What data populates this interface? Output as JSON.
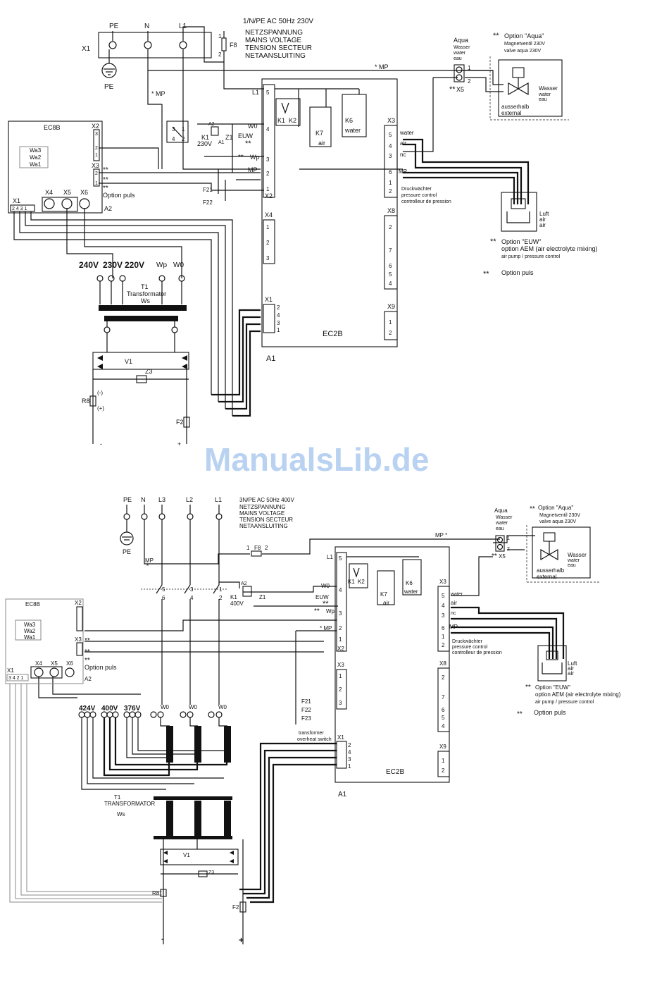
{
  "watermark": "ManualsLib.de",
  "top": {
    "supply_label": "1/N/PE AC 50Hz 230V",
    "mains": [
      "NETZSPANNUNG",
      "MAINS VOLTAGE",
      "TENSION SECTEUR",
      "NETAANSLUITING"
    ],
    "terminals": [
      "PE",
      "N",
      "L1"
    ],
    "x1": "X1",
    "pe_symbol": "PE",
    "fuse": "F8",
    "fuse_pins": [
      "1",
      "2"
    ],
    "star_mp": "* MP",
    "mp": "MP",
    "ec8b": {
      "title": "EC8B",
      "wa": [
        "Wa3",
        "Wa2",
        "Wa1"
      ],
      "x2": "X2",
      "x2_pins": [
        "3",
        "2",
        "1"
      ],
      "x3": "X3",
      "x3_pins": [
        "2",
        "1"
      ],
      "x1": "X1",
      "x1_pins": "2 4 3 1",
      "x4": "X4",
      "x5": "X5",
      "x6": "X6",
      "a2": "A2"
    },
    "opt_stars": "**",
    "option_puls": "Option puls",
    "relay": {
      "k1": "K1",
      "v": "230V",
      "a2": "A2",
      "a1": "A1",
      "z1": "Z1",
      "pins": [
        "3",
        "1",
        "4",
        "2"
      ]
    },
    "euw": "EUW",
    "w0": "W0",
    "wp": "Wp",
    "f21": "F21",
    "f22": "F22",
    "transformer": {
      "voltages": [
        "240V",
        "230V",
        "220V"
      ],
      "wp": "Wp",
      "w0": "W0",
      "t1": "T1",
      "name": "Transformator",
      "ws": "Ws"
    },
    "v1": "V1",
    "z3": "Z3",
    "r8": "R8",
    "minus_paren": "(-)",
    "plus_paren": "(+)",
    "f2": "F2",
    "minus": "-",
    "plus": "+",
    "ec2b": {
      "name": "EC2B",
      "a1": "A1",
      "l1": "L1",
      "left_pins": [
        "5",
        "4",
        "3",
        "2",
        "1"
      ],
      "x2": "X2",
      "x4": "X4",
      "x4_pins": [
        "1",
        "2",
        "3"
      ],
      "x1": "X1",
      "x1_pins": [
        "2",
        "4",
        "3",
        "1"
      ],
      "k1": "K1",
      "k2": "K2",
      "k7": "K7",
      "k6": "K6",
      "air": "air",
      "water": "water",
      "x3": "X3",
      "x3_pins": [
        "5",
        "4",
        "3",
        "6",
        "1",
        "2"
      ],
      "x3_labels": [
        "water",
        "air",
        "nc",
        "MP"
      ],
      "x8": "X8",
      "x8_pins": [
        "2",
        "7",
        "6",
        "5",
        "4"
      ],
      "x9": "X9",
      "x9_pins": [
        "1",
        "2"
      ]
    },
    "druck": [
      "Druckwächter",
      "pressure control",
      "controlleur de pression"
    ],
    "aqua": {
      "stack": [
        "Aqua",
        "Wasser",
        "water",
        "eau"
      ],
      "x5": "X5",
      "pins": [
        "1",
        "2"
      ]
    },
    "option_aqua": {
      "title": "Option \"Aqua\"",
      "lines": [
        "Magnetventil 230V",
        "valve aqua 230V"
      ],
      "wasser": [
        "Wasser",
        "water",
        "eau"
      ],
      "ext": [
        "ausserhalb",
        "external"
      ]
    },
    "luft": [
      "Luft",
      "air",
      "air"
    ],
    "option_euw": {
      "title": "Option \"EUW\"",
      "line1": "option AEM (air electrolyte mixing)",
      "line2": "air pump / pressure control"
    },
    "legend_stars": "**",
    "legend_puls": "Option puls"
  },
  "bottom": {
    "supply_label": "3N/PE AC 50Hz 400V",
    "mains": [
      "NETZSPANNUNG",
      "MAINS VOLTAGE",
      "TENSION SECTEUR",
      "NETAANSLUITING"
    ],
    "terminals": [
      "PE",
      "N",
      "L3",
      "L2",
      "L1"
    ],
    "pe_symbol": "PE",
    "mp": "MP",
    "star": "*",
    "fuse": "F8",
    "fuse_pins": [
      "1",
      "2"
    ],
    "mp_star": "MP *",
    "relay": {
      "k1": "K1",
      "v": "400V",
      "a2": "A2",
      "z1": "Z1",
      "pins": [
        "5",
        "3",
        "1",
        "6",
        "4",
        "2"
      ]
    },
    "ec8b": {
      "title": "EC8B",
      "wa": [
        "Wa3",
        "Wa2",
        "Wa1"
      ],
      "x2": "X2",
      "x3": "X3",
      "x1": "X1",
      "x1_pins": "3 4 2 1",
      "x4": "X4",
      "x5": "X5",
      "x6": "X6",
      "a2": "A2"
    },
    "opt_stars": "**",
    "option_puls": "Option puls",
    "voltages": [
      "424V",
      "400V",
      "376V"
    ],
    "w0": "W0",
    "transformer": {
      "t1": "T1",
      "name": "TRANSFORMATOR",
      "ws": "Ws"
    },
    "v1": "V1",
    "z3": "Z3",
    "r8": "R8",
    "f2": "F2",
    "minus": "-",
    "plus": "+",
    "overheat": [
      "F21",
      "F22",
      "F23"
    ],
    "overheat_label": [
      "transformer",
      "overheat switch"
    ],
    "euw": "EUW",
    "w0_left": "W0",
    "wp": "Wp",
    "star_mp": "* MP",
    "ec2b": {
      "name": "EC2B",
      "a1": "A1",
      "l1": "L1",
      "left_pins": [
        "5",
        "4",
        "3",
        "2",
        "1"
      ],
      "x2": "X2",
      "x3left": "X3",
      "x3left_pins": [
        "1",
        "2",
        "3"
      ],
      "x1": "X1",
      "x1_pins": [
        "2",
        "4",
        "3",
        "1"
      ],
      "k1": "K1",
      "k2": "K2",
      "k7": "K7",
      "k6": "K6",
      "air": "air",
      "water": "water",
      "x3": "X3",
      "x3_pins": [
        "5",
        "4",
        "3",
        "6",
        "1",
        "2"
      ],
      "x3_labels": [
        "water",
        "air",
        "nc",
        "MP"
      ],
      "x8": "X8",
      "x8_pins": [
        "2",
        "7",
        "6",
        "5",
        "4"
      ],
      "x9": "X9",
      "x9_pins": [
        "1",
        "2"
      ]
    },
    "druck": [
      "Druckwächter",
      "pressure control",
      "controlleur de pression"
    ],
    "aqua": {
      "stack": [
        "Aqua",
        "Wasser",
        "water",
        "eau"
      ],
      "x5": "X5",
      "pins": [
        "1",
        "2"
      ]
    },
    "option_aqua": {
      "title": "Option \"Aqua\"",
      "lines": [
        "Magnetventil 230V",
        "valve aqua 230V"
      ],
      "wasser": [
        "Wasser",
        "water",
        "eau"
      ],
      "ext": [
        "ausserhalb",
        "external"
      ]
    },
    "luft": [
      "Luft",
      "air",
      "air"
    ],
    "option_euw": {
      "title": "Option \"EUW\"",
      "line1": "option AEM (air electrolyte mixing)",
      "line2": "air pump / pressure control"
    },
    "legend_stars": "**",
    "legend_puls": "Option puls"
  }
}
